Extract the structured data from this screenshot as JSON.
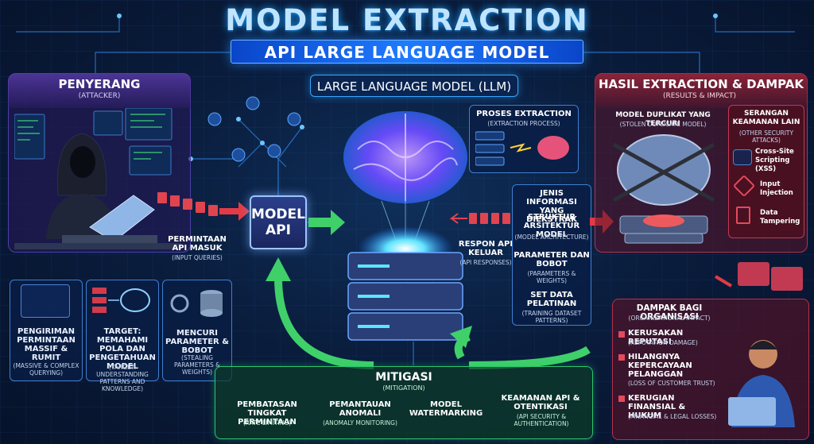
{
  "title": "MODEL EXTRACTION",
  "subtitle": "API LARGE LANGUAGE MODEL",
  "attacker": {
    "title": "PENYERANG",
    "subtitle": "(ATTACKER)",
    "items": [
      {
        "label": "PENGIRIMAN PERMINTAAN MASSIF & RUMIT",
        "sub": "(MASSIVE & COMPLEX QUERYING)"
      },
      {
        "label": "TARGET: MEMAHAMI POLA DAN PENGETAHUAN MODEL",
        "sub": "(TARGET: UNDERSTANDING PATTERNS AND KNOWLEDGE)"
      },
      {
        "label": "MENCURI PARAMETER & BOBOT",
        "sub": "(STEALING PARAMETERS & WEIGHTS)"
      }
    ]
  },
  "queries": {
    "label": "PERMINTAAN API MASUK",
    "sub": "(INPUT QUERIES)"
  },
  "model_api": {
    "line1": "MODEL",
    "line2": "API"
  },
  "llm": {
    "title": "LARGE LANGUAGE MODEL (LLM)"
  },
  "process": {
    "label": "PROSES EXTRACTION",
    "sub": "(EXTRACTION PROCESS)"
  },
  "response": {
    "label": "RESPON API KELUAR",
    "sub": "(API RESPONSES)"
  },
  "info_types": {
    "title": "JENIS INFORMASI YANG DIEKSTRAK",
    "items": [
      {
        "label": "STRUKTUR ARSITEKTUR MODEL",
        "sub": "(MODEL ARCHITECTURE)"
      },
      {
        "label": "PARAMETER DAN BOBOT",
        "sub": "(PARAMETERS & WEIGHTS)"
      },
      {
        "label": "SET DATA PELATINAN",
        "sub": "(TRAINING DATASET PATTERNS)"
      }
    ]
  },
  "results": {
    "title": "HASIL EXTRACTION & DAMPAK",
    "subtitle": "(RESULTS & IMPACT)",
    "duplicate": {
      "label": "MODEL DUPLIKAT YANG TERCURI",
      "sub": "(STOLEN DUPLICATE MODEL)"
    },
    "attacks": {
      "label": "SERANGAN KEAMANAN LAIN",
      "sub": "(OTHER SECURITY ATTACKS)",
      "items": [
        {
          "label": "Cross-Site Scripting (XSS)",
          "icon": "code-icon"
        },
        {
          "label": "Input Injection",
          "icon": "syringe-icon"
        },
        {
          "label": "Data Tampering",
          "icon": "document-edit-icon"
        }
      ]
    }
  },
  "impact": {
    "title": "DAMPAK BAGI ORGANISASI",
    "subtitle": "(ORGANIZATIONAL IMPACT)",
    "items": [
      {
        "label": "KERUSAKAN REPUTASI",
        "sub": "(REPUTATION DAMAGE)"
      },
      {
        "label": "HILANGNYA KEPERCAYAAN PELANGGAN",
        "sub": "(LOSS OF CUSTOMER TRUST)"
      },
      {
        "label": "KERUGIAN FINANSIAL & HUKUM",
        "sub": "(FINANCIAL & LEGAL LOSSES)"
      }
    ]
  },
  "mitigation": {
    "title": "MITIGASI",
    "subtitle": "(MITIGATION)",
    "items": [
      {
        "label": "PEMBATASAN TINGKAT PERMINTAAN",
        "sub": "(RATE LIMITING)"
      },
      {
        "label": "PEMANTAUAN ANOMALI",
        "sub": "(ANOMALY MONITORING)"
      },
      {
        "label": "MODEL WATERMARKING",
        "sub": ""
      },
      {
        "label": "KEAMANAN API & OTENTIKASI",
        "sub": "(API SECURITY & AUTHENTICATION)"
      }
    ]
  },
  "colors": {
    "attacker": "#4c3fa8",
    "results": "#b3334a",
    "mitigation": "#2ec66e",
    "accent": "#1f7bff"
  }
}
